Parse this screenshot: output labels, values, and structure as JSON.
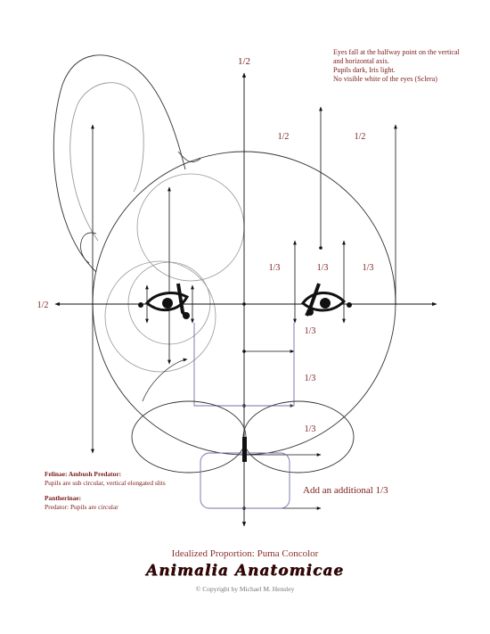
{
  "labels": {
    "half_top": "1/2",
    "half_mid_left": "1/2",
    "half_mid_right": "1/2",
    "half_left": "1/2",
    "third_a": "1/3",
    "third_b": "1/3",
    "third_c": "1/3",
    "third_d": "1/3",
    "third_e": "1/3",
    "third_f": "1/3",
    "additional": "Add an additional 1/3"
  },
  "notes": {
    "eyes_line1": "Eyes fall at the halfway point on the vertical and horizontal axis.",
    "eyes_line2": "Pupils dark, Iris light.",
    "eyes_line3": "No visible white of the eyes (Sclera)",
    "felinae_title": "Felinae: Ambush Predator:",
    "felinae_text": "Pupils are sub circular, vertical elongated slits",
    "pantherinae_title": "Pantherinae:",
    "pantherinae_text": "Predator: Pupils are circular"
  },
  "captions": {
    "title": "Idealized Proportion: Puma Concolor",
    "brand": "Animalia Anatomicae",
    "copyright": "© Copyright by Michael M. Hensley"
  },
  "colors": {
    "label": "#7a1a1a",
    "line": "#222222",
    "guide": "#888888",
    "muzzle": "#7070a8"
  }
}
